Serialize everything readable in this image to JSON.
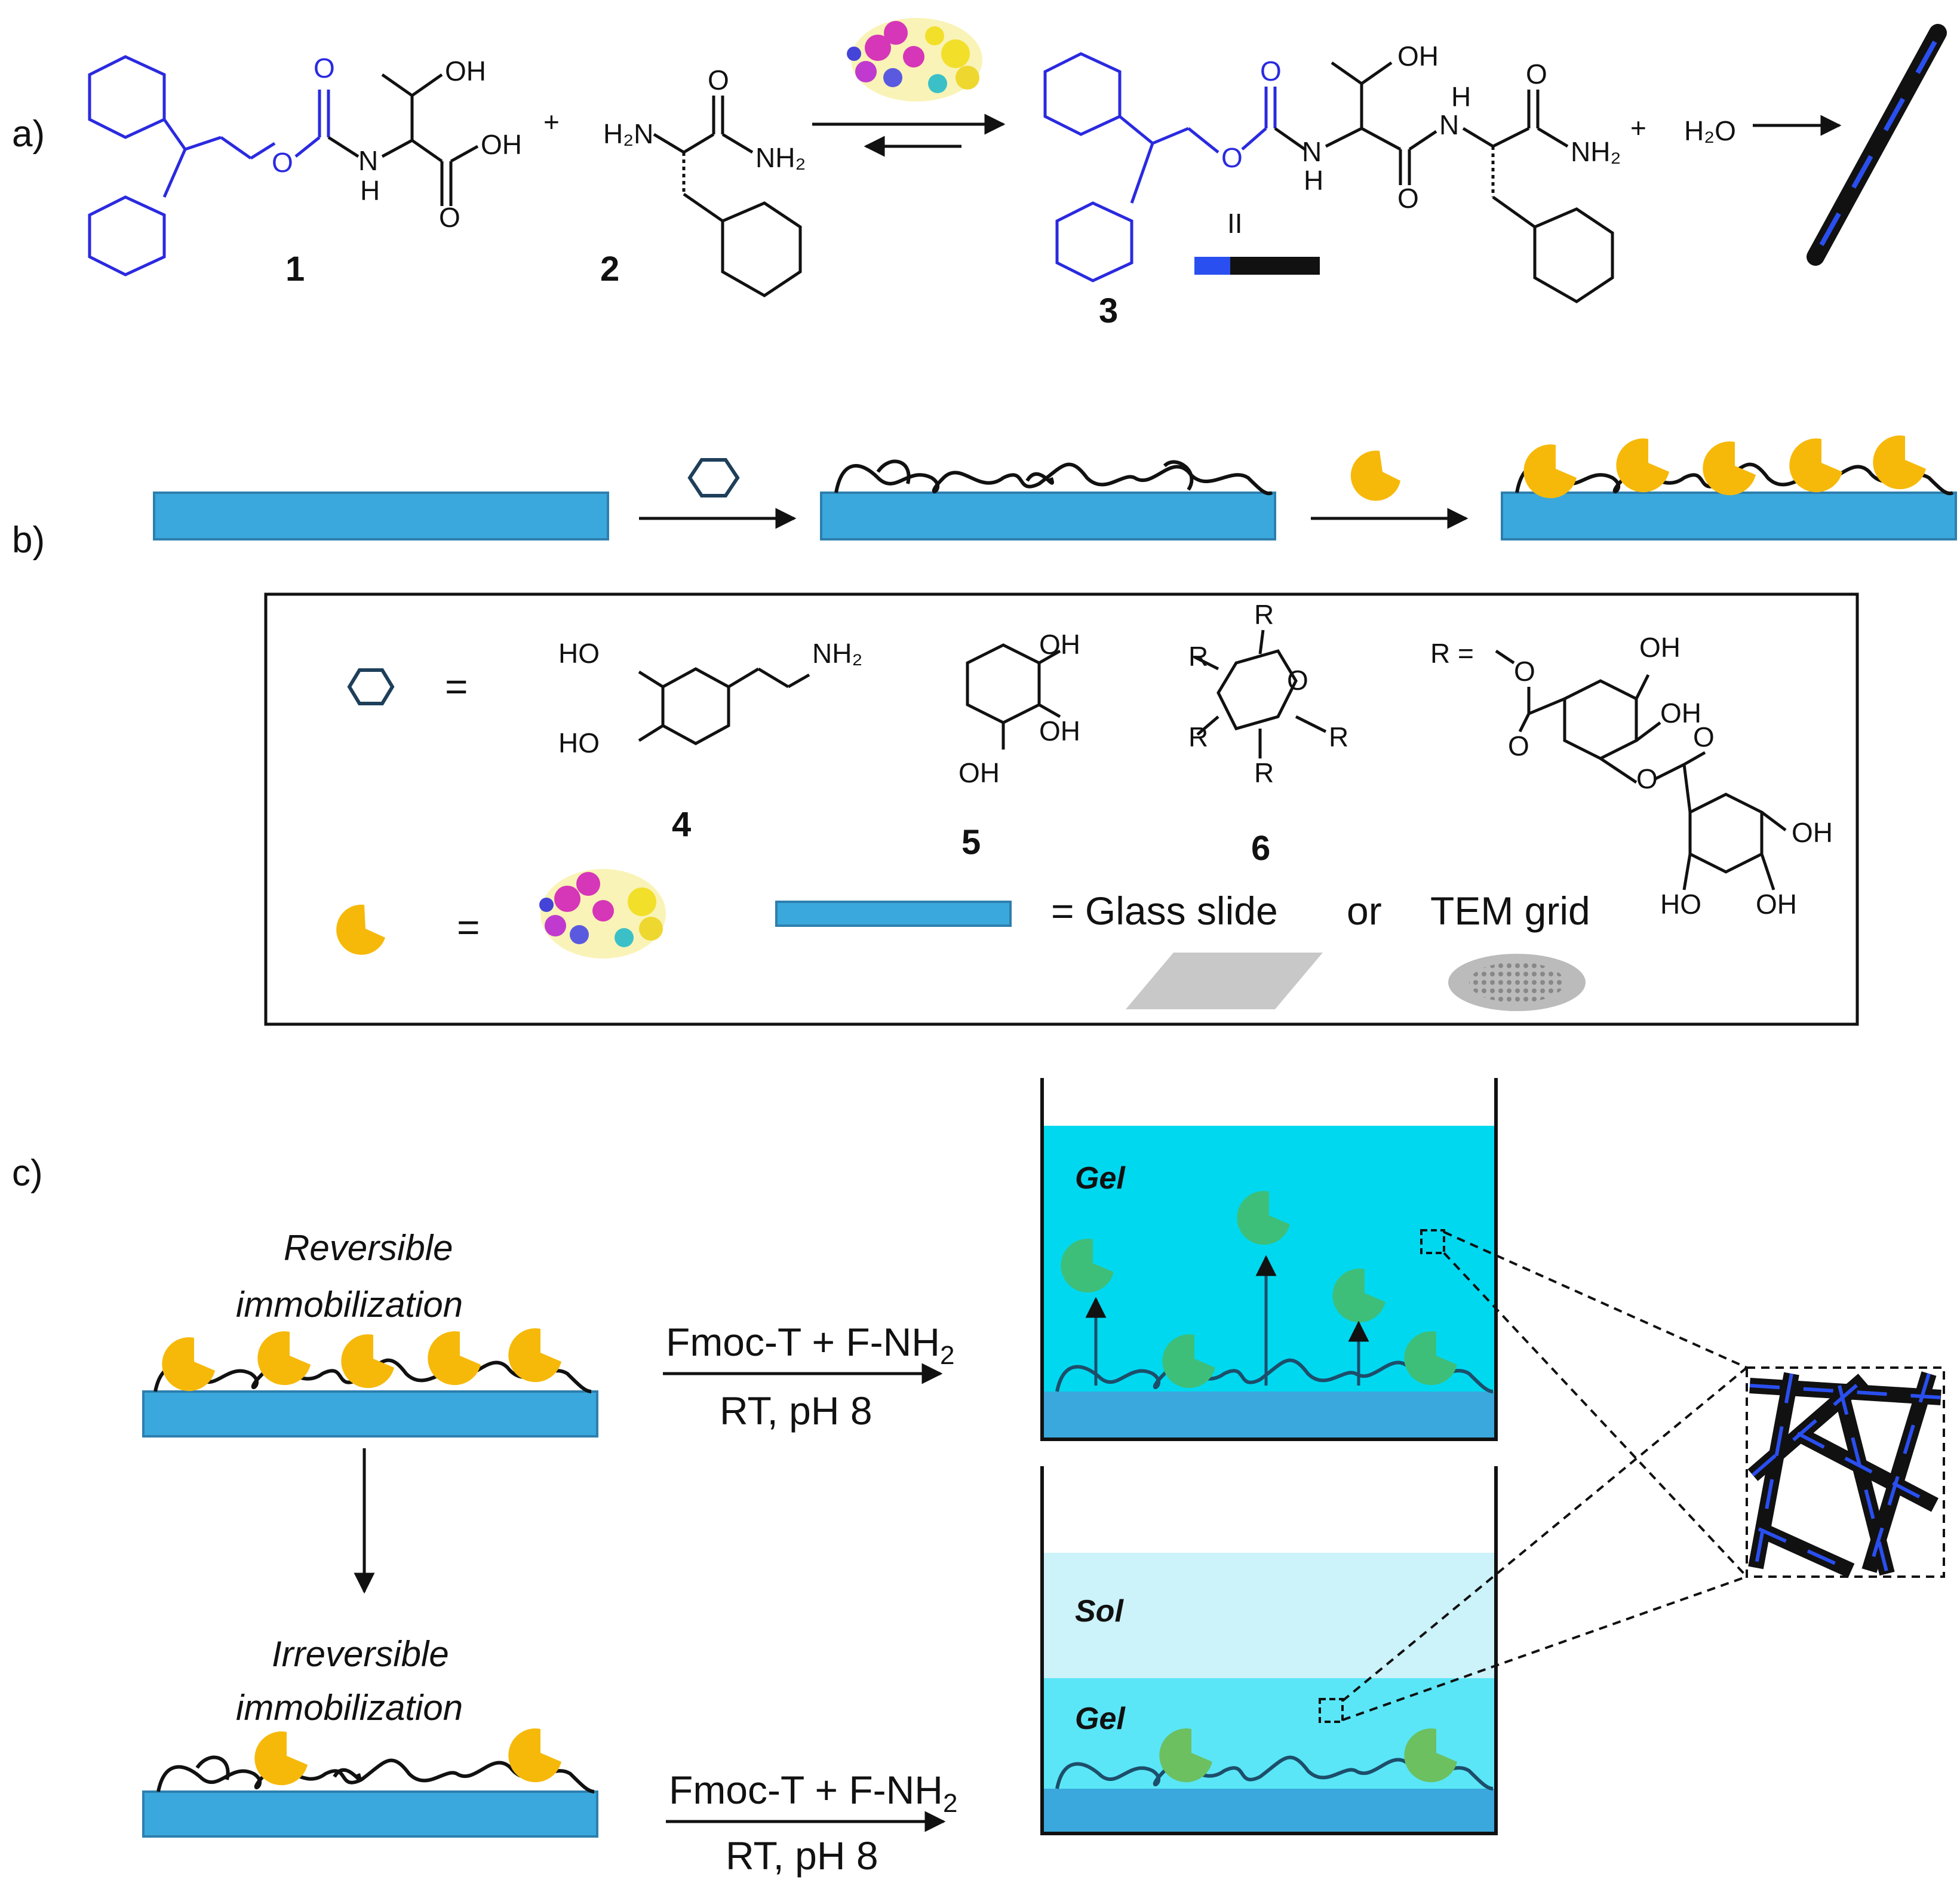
{
  "panels": {
    "a": "a)",
    "b": "b)",
    "c": "c)"
  },
  "scheme_a": {
    "atoms": {
      "oh": "OH",
      "n": "N",
      "h": "H",
      "o": "O",
      "h2n": "H₂N",
      "nh2": "NH₂",
      "h2o": "H₂O",
      "plus": "+",
      "equals": "II"
    },
    "compounds": {
      "c1": "1",
      "c2": "2",
      "c3": "3"
    }
  },
  "legend_box": {
    "equals": "=",
    "dopamine": {
      "ho": "HO",
      "nh2": "NH₂",
      "label": "4"
    },
    "pyrogallol": {
      "oh": "OH",
      "label": "5"
    },
    "tannic": {
      "r": "R",
      "o": "O",
      "r_def": "R =",
      "oh": "OH",
      "ho": "HO",
      "label": "6"
    },
    "substrate_equals": "= Glass slide",
    "or": "or",
    "tem_grid": "TEM grid"
  },
  "panel_c": {
    "reversible": [
      "Reversible",
      "immobilization"
    ],
    "irreversible": [
      "Irreversible",
      "immobilization"
    ],
    "reagents": "Fmoc-T + F-NH",
    "sub2": "2",
    "conditions": "RT, pH 8",
    "gel": "Gel",
    "sol": "Sol"
  },
  "colors": {
    "fmoc_blue": "#2a2ae0",
    "substrate": "#3aa8dc",
    "enzyme_yellow": "#f6b90a",
    "enzyme_green": "#3dbf7a",
    "gel_cyan": "#00d8f0",
    "sol_light": "#ccf2fa"
  },
  "icons": [
    "hexagon-icon",
    "pacman-enzyme-icon",
    "protein-structure-icon",
    "glass-slide-icon",
    "tem-grid-icon",
    "fiber-network-icon"
  ]
}
